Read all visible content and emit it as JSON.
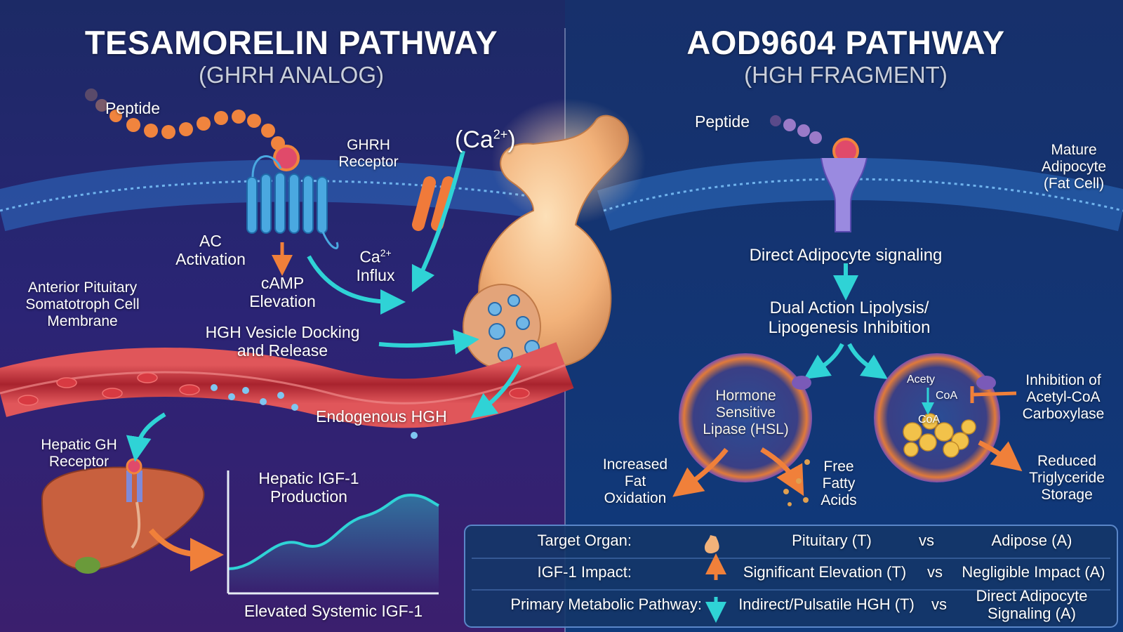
{
  "left": {
    "title": "TESAMORELIN PATHWAY",
    "subtitle": "(GHRH ANALOG)",
    "peptide": "Peptide",
    "ghrh_receptor": [
      "GHRH",
      "Receptor"
    ],
    "ca_ion": "(Ca",
    "ca_sup": "2+",
    "ca_close": ")",
    "ac_activation": [
      "AC",
      "Activation"
    ],
    "camp": [
      "cAMP",
      "Elevation"
    ],
    "ca_influx_a": "Ca",
    "ca_influx_sup": "2+",
    "ca_influx_b": "Influx",
    "cell_membrane": [
      "Anterior Pituitary",
      "Somatotroph Cell",
      "Membrane"
    ],
    "vesicle": [
      "HGH Vesicle Docking",
      "and Release"
    ],
    "endogenous_hgh": "Endogenous HGH",
    "hepatic_receptor": [
      "Hepatic GH",
      "Receptor"
    ],
    "igf_production": [
      "Hepatic IGF-1",
      "Production"
    ],
    "elevated_igf": "Elevated Systemic IGF-1"
  },
  "right": {
    "title": "AOD9604 PATHWAY",
    "subtitle": "(HGH FRAGMENT)",
    "peptide": "Peptide",
    "adipocyte": [
      "Mature",
      "Adipocyte",
      "(Fat Cell)"
    ],
    "direct_signaling": "Direct Adipocyte signaling",
    "dual_action": [
      "Dual Action Lipolysis/",
      "Lipogenesis Inhibition"
    ],
    "hsl": [
      "Hormone",
      "Sensitive",
      "Lipase (HSL)"
    ],
    "acety": "Acety",
    "coa_1": "CoA",
    "coa_2": "CoA",
    "inhibition": [
      "Inhibition of",
      "Acetyl-CoA",
      "Carboxylase"
    ],
    "fat_oxidation": [
      "Increased",
      "Fat",
      "Oxidation"
    ],
    "free_fatty_acids": [
      "Free",
      "Fatty",
      "Acids"
    ],
    "reduced_storage": [
      "Reduced",
      "Triglyceride",
      "Storage"
    ]
  },
  "comparison": {
    "rows": [
      {
        "label": "Target Organ:",
        "t": "Pituitary (T)",
        "vs": "vs",
        "a": [
          "Adipose (A)"
        ]
      },
      {
        "label": "IGF-1 Impact:",
        "t": "Significant Elevation (T)",
        "vs": "vs",
        "a": [
          "Negligible Impact (A)"
        ]
      },
      {
        "label": "Primary Metabolic Pathway:",
        "t": "Indirect/Pulsatile HGH (T)",
        "vs": "vs",
        "a": [
          "Direct Adipocyte",
          "Signaling (A)"
        ]
      }
    ]
  },
  "colors": {
    "membrane": "#3b7fd4",
    "receptor": "#4aa8e0",
    "arrow_cyan": "#2fd3d6",
    "arrow_orange": "#f0803a",
    "vessel": "#b8323a",
    "pituitary": "#f2b27a",
    "left_bg": "#2a1f6e",
    "right_bg": "#123a7a"
  }
}
